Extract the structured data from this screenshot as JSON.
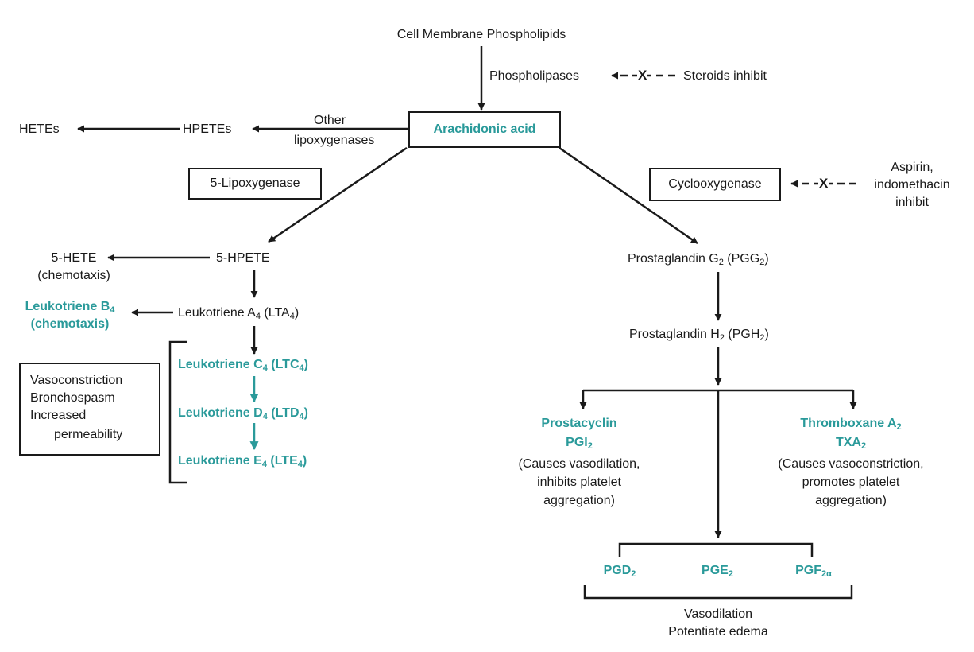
{
  "top": {
    "membrane": "Cell Membrane Phospholipids",
    "phospholipases": "Phospholipases",
    "steroids": "Steroids inhibit",
    "arachidonic": "Arachidonic acid"
  },
  "lipox_other": {
    "hetes": "HETEs",
    "hpetes": "HPETEs",
    "other_l1": "Other",
    "other_l2": "lipoxygenases"
  },
  "enzymes": {
    "lipoxygenase5": "5-Lipoxygenase",
    "cyclooxygenase": "Cyclooxygenase",
    "aspirin_l1": "Aspirin,",
    "aspirin_l2": "indomethacin",
    "aspirin_l3": "inhibit",
    "x_mark": "X"
  },
  "leukotriene_path": {
    "hete5_l1": "5-HETE",
    "hete5_l2": "(chemotaxis)",
    "hpete5": "5-HPETE",
    "ltb4_l1_pre": "Leukotriene B",
    "ltb4_sub": "4",
    "ltb4_l2": "(chemotaxis)",
    "lta4_pre": "Leukotriene A",
    "lta4_sub": "4",
    "lta4_mid": " (LTA",
    "lta4_post": ")",
    "ltc4_pre": "Leukotriene C",
    "ltc4_mid": " (LTC",
    "ltd4_pre": "Leukotriene D",
    "ltd4_mid": " (LTD",
    "lte4_pre": "Leukotriene E",
    "lte4_mid": " (LTE",
    "sub4": "4",
    "close": ")",
    "effects": [
      "Vasoconstriction",
      "Bronchospasm",
      "Increased",
      "permeability"
    ]
  },
  "prostaglandin_path": {
    "pgg2_pre": "Prostaglandin G",
    "pgg2_mid": " (PGG",
    "pgh2_pre": "Prostaglandin H",
    "pgh2_mid": " (PGH",
    "sub2": "2",
    "close": ")",
    "prostacyclin_l1": "Prostacyclin",
    "prostacyclin_l2": "PGI",
    "prostacyclin_desc": [
      "(Causes vasodilation,",
      "inhibits platelet",
      "aggregation)"
    ],
    "thromboxane_l1_pre": "Thromboxane A",
    "thromboxane_l2": "TXA",
    "thromboxane_desc": [
      "(Causes vasoconstriction,",
      "promotes platelet",
      "aggregation)"
    ],
    "pgd": "PGD",
    "pge": "PGE",
    "pgf": "PGF",
    "pgf_sub": "2α",
    "vaso_l1": "Vasodilation",
    "vaso_l2": "Potentiate edema"
  },
  "colors": {
    "ink": "#1a1a1a",
    "teal": "#2a9a9a"
  }
}
